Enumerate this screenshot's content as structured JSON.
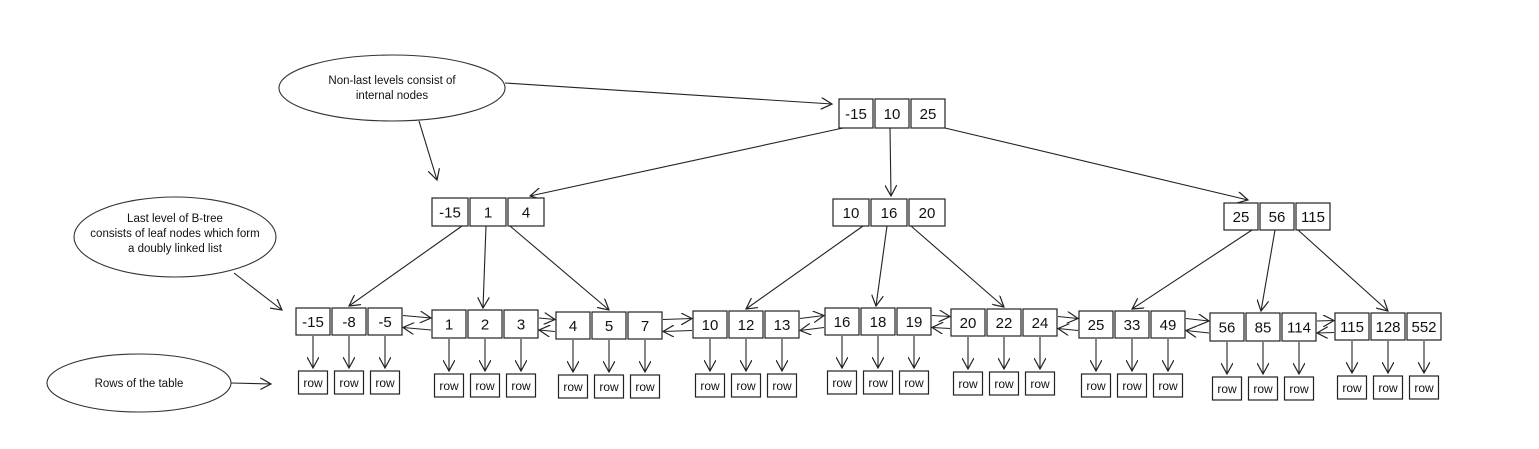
{
  "annotations": {
    "internal": [
      "Non-last levels consist of",
      "internal nodes"
    ],
    "leaf": [
      "Last level of B-tree",
      "consists of leaf nodes which form",
      "a doubly linked list"
    ],
    "rows": [
      "Rows of the table"
    ]
  },
  "row_label": "row",
  "tree": {
    "root": [
      "-15",
      "10",
      "25"
    ],
    "internal": [
      [
        "-15",
        "1",
        "4"
      ],
      [
        "10",
        "16",
        "20"
      ],
      [
        "25",
        "56",
        "115"
      ]
    ],
    "leaves": [
      [
        "-15",
        "-8",
        "-5"
      ],
      [
        "1",
        "2",
        "3"
      ],
      [
        "4",
        "5",
        "7"
      ],
      [
        "10",
        "12",
        "13"
      ],
      [
        "16",
        "18",
        "19"
      ],
      [
        "20",
        "22",
        "24"
      ],
      [
        "25",
        "33",
        "49"
      ],
      [
        "56",
        "85",
        "114"
      ],
      [
        "115",
        "128",
        "552"
      ]
    ]
  }
}
